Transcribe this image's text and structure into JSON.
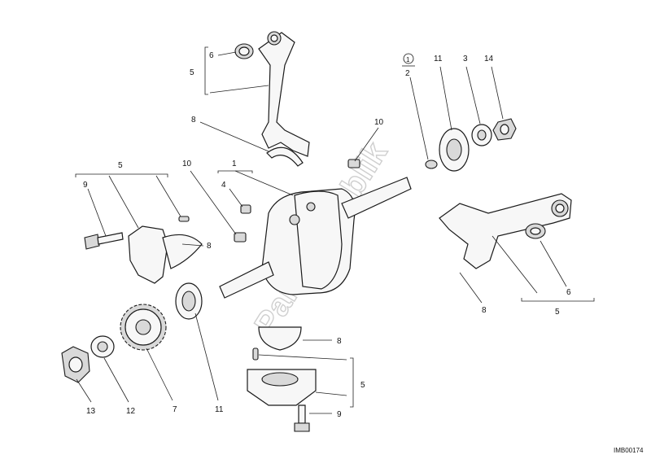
{
  "diagram_code": "IMB00174",
  "watermark": "PartsRepublik",
  "circled_marker": "1",
  "callouts": {
    "c1": "1",
    "c2": "2",
    "c3": "3",
    "c4": "4",
    "c5_top": "5",
    "c5_left": "5",
    "c5_right": "5",
    "c5_bottom": "5",
    "c6_top": "6",
    "c6_right": "6",
    "c7": "7",
    "c8_top": "8",
    "c8_left": "8",
    "c8_right": "8",
    "c8_bottom": "8",
    "c9_left": "9",
    "c9_bottom": "9",
    "c10_top": "10",
    "c10_mid": "10",
    "c11_top": "11",
    "c11_bottom": "11",
    "c12": "12",
    "c13": "13",
    "c14": "14"
  }
}
